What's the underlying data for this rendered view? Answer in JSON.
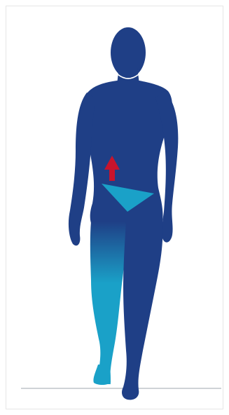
{
  "diagram": {
    "subject": "human-body-front-view",
    "colors": {
      "body": "#1f3f86",
      "highlight": "#1aa1c8",
      "arrow": "#c8142c",
      "frame_border": "#e6e6e6",
      "ground_line": "#cfd3d7"
    },
    "arrow_direction": "up",
    "affected_region": "pelvis-and-right-leg"
  }
}
